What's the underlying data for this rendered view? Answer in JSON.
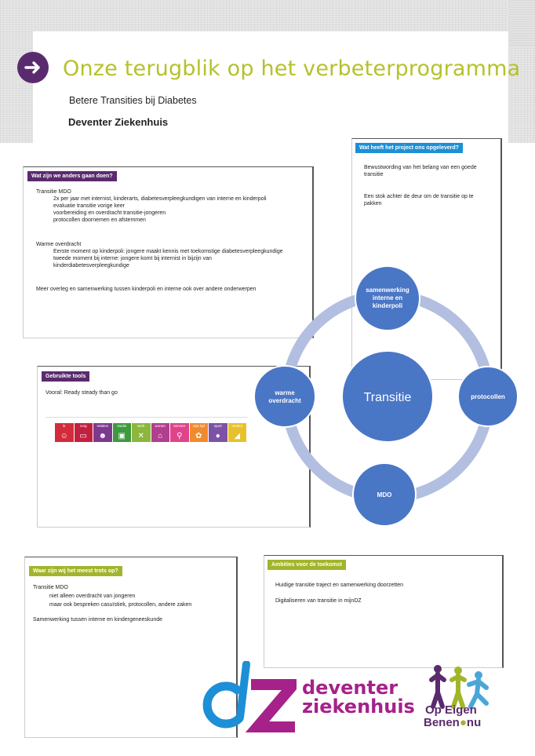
{
  "header": {
    "title": "Onze terugblik op het verbeterprogramma",
    "subtitle": "Betere Transities bij Diabetes",
    "hospital": "Deventer Ziekenhuis"
  },
  "colors": {
    "accent_green": "#b5c22a",
    "purple": "#5a2a6e",
    "tag_blue": "#1d8fd6",
    "tag_green": "#a2b52a",
    "diagram_ring": "#b3bfe0",
    "diagram_node": "#4a76c6"
  },
  "anders": {
    "tag": "Wat zijn we anders gaan doen?",
    "lines": [
      "Transitie MDO",
      "2x per jaar met internist, kinderarts, diabetesverpleegkundigen van interne en kinderpoli",
      "evaluatie transitie vorige keer",
      "voorbereiding en overdracht transitie-jongeren",
      "protocollen doornemen en afstemmen",
      "Warme overdracht",
      "Eerste moment op kinderpoli: jongere maakt kennis met  toekomstige diabetesverpleegkundige",
      "tweede moment bij interne: jongere komt bij internist in bijzijn van",
      "kinderdiabetesverpleegkundige",
      "Meer overleg en samenwerking tussen kinderpoli en interne ook over andere onderwerpen"
    ]
  },
  "opgeleverd": {
    "tag": "Wat heeft het project ons opgeleverd?",
    "lines": [
      "Bewustwording van  het belang van  een goede",
      "transitie",
      "Een stok achter de deur om de transitie  op te",
      "pakken"
    ]
  },
  "tools": {
    "tag": "Gebruikte tools",
    "text": "Vooral: Ready steady than go",
    "strip": [
      {
        "label": "ik",
        "color": "#d32b3a",
        "icon": "person-icon",
        "glyph": "☺"
      },
      {
        "label": "zorg",
        "color": "#c2203f",
        "icon": "card-icon",
        "glyph": "▭"
      },
      {
        "label": "relaties",
        "color": "#7b3a8e",
        "icon": "people-icon",
        "glyph": "☻"
      },
      {
        "label": "studie",
        "color": "#3d9a3e",
        "icon": "bag-icon",
        "glyph": "▣"
      },
      {
        "label": "werk",
        "color": "#8cb63c",
        "icon": "tools-icon",
        "glyph": "✕"
      },
      {
        "label": "wonen",
        "color": "#b13f8d",
        "icon": "house-icon",
        "glyph": "⌂"
      },
      {
        "label": "vervoer",
        "color": "#e0438a",
        "icon": "bike-icon",
        "glyph": "⚲"
      },
      {
        "label": "vrije tijd",
        "color": "#f08a2c",
        "icon": "leisure-icon",
        "glyph": "✿"
      },
      {
        "label": "sport",
        "color": "#7d52a6",
        "icon": "ball-icon",
        "glyph": "●"
      },
      {
        "label": "andere",
        "color": "#e6c12c",
        "icon": "misc-icon",
        "glyph": "◢"
      }
    ]
  },
  "diagram": {
    "center": "Transitie",
    "top": [
      "samenwerking",
      "interne en",
      "kinderpoli"
    ],
    "right": "protocollen",
    "bottom": "MDO",
    "left": [
      "warme",
      "overdracht"
    ]
  },
  "trots": {
    "tag": "Waar zijn wij het meest trots op?",
    "lines": [
      "Transitie MDO",
      "niet alleen overdracht van jongeren",
      "maar ook bespreken casuïstiek, protocollen,  andere zaken",
      "Samenwerking tussen interne  en kindergeneeskunde"
    ]
  },
  "ambities": {
    "tag": "Ambities voor de toekomst",
    "lines": [
      "Huidige transitie traject en samenwerking doorzetten",
      "Digitaliseren van transitie in mijnDZ"
    ]
  },
  "logos": {
    "dz_line1": "deventer",
    "dz_line2": "ziekenhuis",
    "oeb_line1": "Op Eigen",
    "oeb_line2": "Benen",
    "oeb_line3": "nu"
  }
}
